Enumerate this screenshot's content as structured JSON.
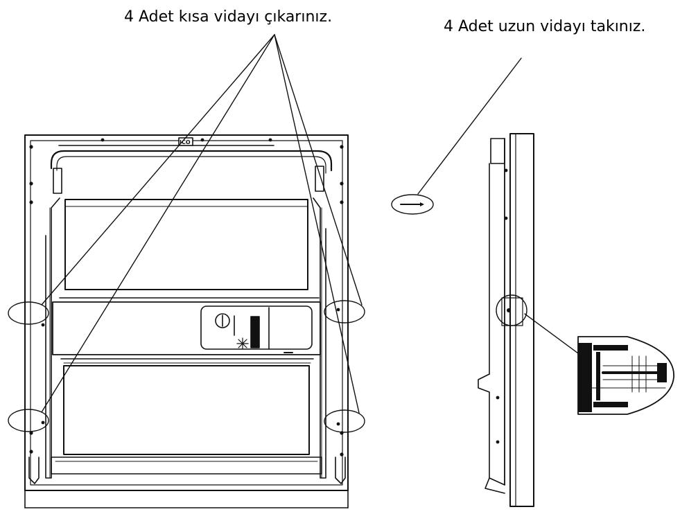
{
  "callouts": {
    "remove_short_screws": "4 Adet kısa vidayı çıkarınız.",
    "install_long_screws": "4 Adet uzun vidayı takınız."
  },
  "panel_badge": "ICO",
  "colors": {
    "line": "#111111",
    "background": "#ffffff"
  }
}
